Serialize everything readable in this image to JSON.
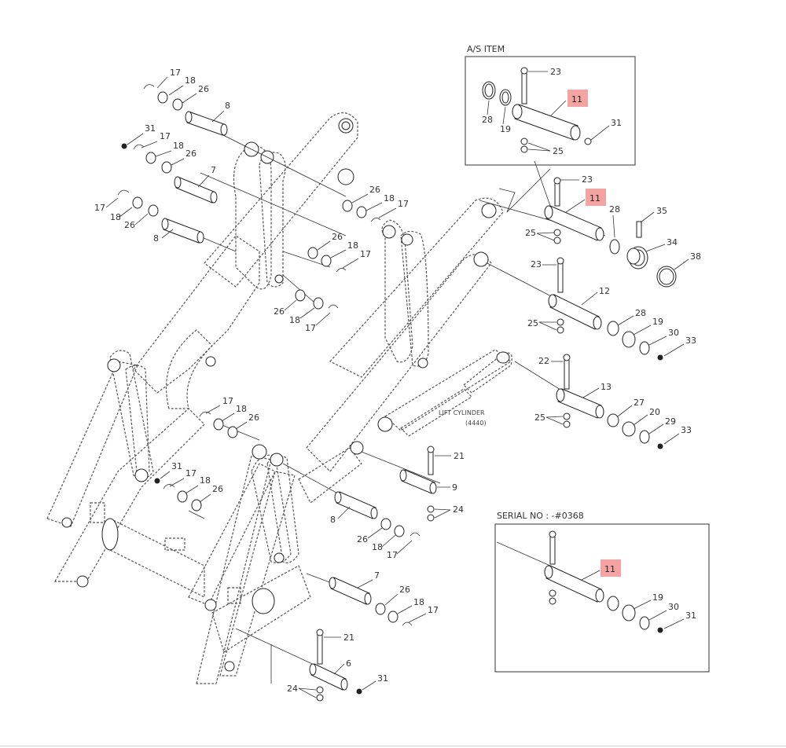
{
  "insets": {
    "as_item_title": "A/S ITEM",
    "serial_title": "SERIAL NO : -#0368"
  },
  "cylinder": {
    "label": "LIFT CYLINDER",
    "code": "(4440)"
  },
  "highlight_color": "#f4a3a3",
  "callouts": {
    "c17a": "17",
    "c18a": "18",
    "c26a": "26",
    "c8a": "8",
    "c31a": "31",
    "c17b": "17",
    "c18b": "18",
    "c26b": "26",
    "c7a": "7",
    "c17c": "17",
    "c18c": "18",
    "c26c": "26",
    "c8b": "8",
    "c26d": "26",
    "c18d": "18",
    "c17d": "17",
    "c26e": "26",
    "c18e": "18",
    "c17e": "17",
    "c26f": "26",
    "c18f": "18",
    "c17f": "17",
    "as23": "23",
    "as11": "11",
    "as28": "28",
    "as19": "19",
    "as31": "31",
    "as25": "25",
    "m23a": "23",
    "m11": "11",
    "m28": "28",
    "m25a": "25",
    "m35": "35",
    "m34": "34",
    "m38": "38",
    "m23b": "23",
    "m12": "12",
    "m25b": "25",
    "m28b": "28",
    "m19": "19",
    "m30": "30",
    "m33a": "33",
    "m22": "22",
    "m13": "13",
    "m25c": "25",
    "m27": "27",
    "m20": "20",
    "m29": "29",
    "m33b": "33",
    "l17": "17",
    "l18": "18",
    "l26": "26",
    "l31": "31",
    "l17b": "17",
    "l18b": "18",
    "l26b": "26",
    "m21": "21",
    "m9": "9",
    "m24": "24",
    "l8": "8",
    "l26c": "26",
    "l18c": "18",
    "l17c": "17",
    "l7": "7",
    "l26d": "26",
    "l18d": "18",
    "l17d": "17",
    "b21": "21",
    "b6": "6",
    "b31": "31",
    "b24": "24",
    "s11": "11",
    "s19": "19",
    "s30": "30",
    "s31": "31"
  }
}
